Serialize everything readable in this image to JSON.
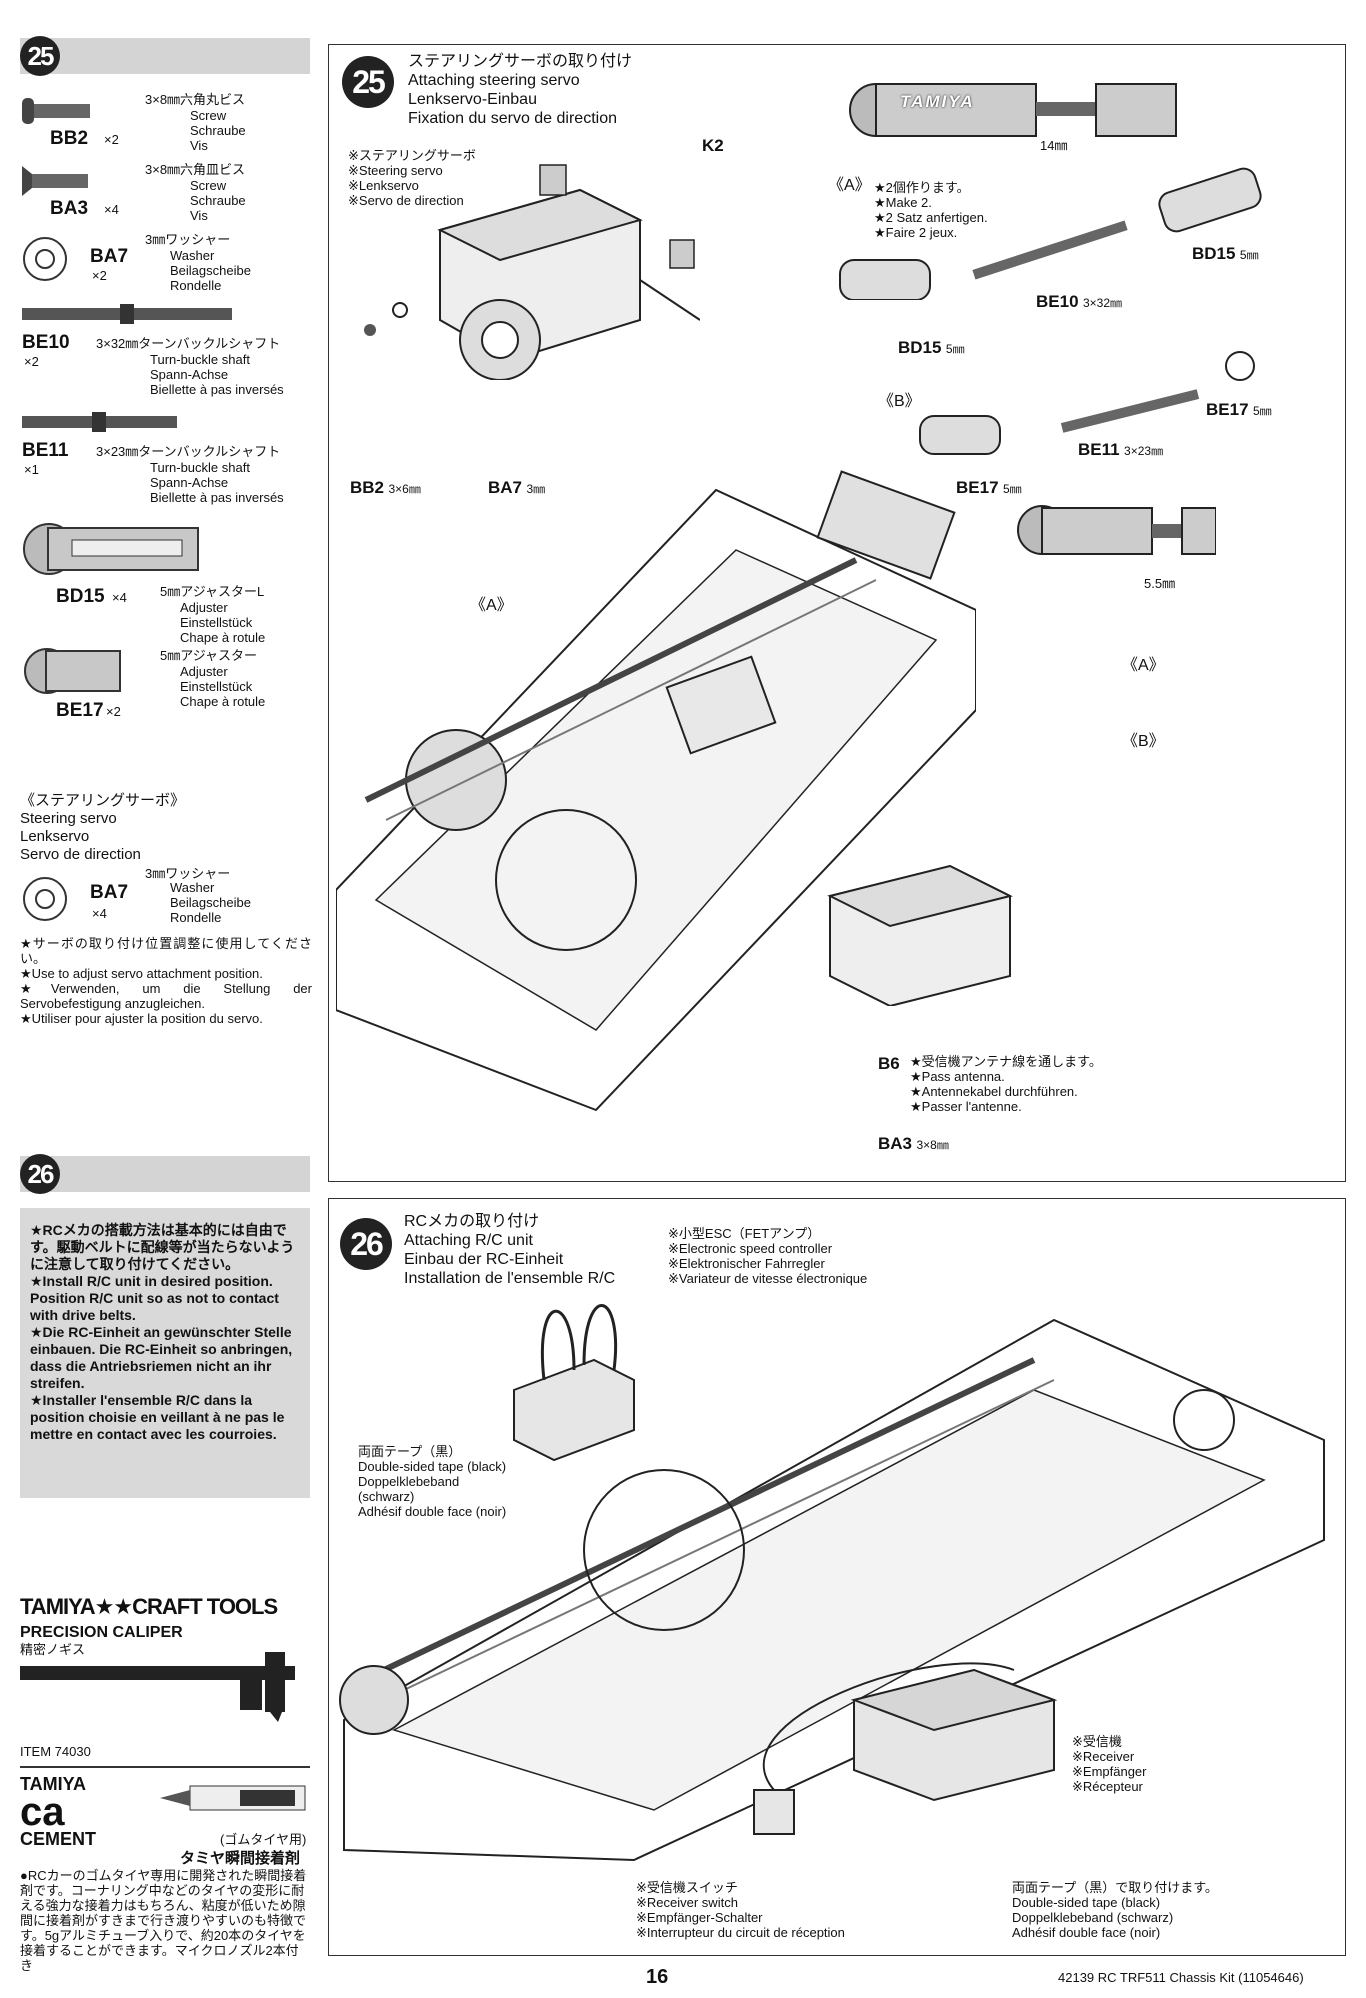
{
  "step25": {
    "number": "25",
    "title_ja": "ステアリングサーボの取り付け",
    "title_en": "Attaching steering servo",
    "title_de": "Lenkservo-Einbau",
    "title_fr": "Fixation du servo de direction",
    "servo_note_ja": "※ステアリングサーボ",
    "servo_note_en": "※Steering servo",
    "servo_note_de": "※Lenkservo",
    "servo_note_fr": "※Servo de direction",
    "k2": "K2",
    "bb2": "BB2",
    "bb2_size": "3×6㎜",
    "ba7": "BA7",
    "ba7_size": "3㎜",
    "a_label": "《A》",
    "a_note_ja": "★2個作ります。",
    "a_note_en": "★Make 2.",
    "a_note_de": "★2 Satz anfertigen.",
    "a_note_fr": "★Faire 2 jeux.",
    "mm14": "14㎜",
    "bd15": "BD15",
    "bd15_size": "5㎜",
    "be10": "BE10",
    "be10_size": "3×32㎜",
    "b_label": "《B》",
    "be17": "BE17",
    "be17_size": "5㎜",
    "be11": "BE11",
    "be11_size": "3×23㎜",
    "mm55": "5.5㎜",
    "a_callout": "《A》",
    "b_callout": "《B》",
    "b6": "B6",
    "b6_ja": "★受信機アンテナ線を通します。",
    "b6_en": "★Pass antenna.",
    "b6_de": "★Antennekabel durchführen.",
    "b6_fr": "★Passer l'antenne.",
    "ba3": "BA3",
    "ba3_size": "3×8㎜",
    "tamiya_logo": "TAMIYA"
  },
  "left25": {
    "number": "25",
    "parts": [
      {
        "code": "BB2",
        "qty": "×2",
        "ja": "3×8㎜六角丸ビス",
        "en": "Screw",
        "de": "Schraube",
        "fr": "Vis"
      },
      {
        "code": "BA3",
        "qty": "×4",
        "ja": "3×8㎜六角皿ビス",
        "en": "Screw",
        "de": "Schraube",
        "fr": "Vis"
      },
      {
        "code": "BA7",
        "qty": "×2",
        "ja": "3㎜ワッシャー",
        "en": "Washer",
        "de": "Beilagscheibe",
        "fr": "Rondelle"
      },
      {
        "code": "BE10",
        "qty": "×2",
        "ja": "3×32㎜ターンバックルシャフト",
        "en": "Turn-buckle shaft",
        "de": "Spann-Achse",
        "fr": "Biellette à pas inversés"
      },
      {
        "code": "BE11",
        "qty": "×1",
        "ja": "3×23㎜ターンバックルシャフト",
        "en": "Turn-buckle shaft",
        "de": "Spann-Achse",
        "fr": "Biellette à pas inversés"
      },
      {
        "code": "BD15",
        "qty": "×4",
        "ja": "5㎜アジャスターL",
        "en": "Adjuster",
        "de": "Einstellstück",
        "fr": "Chape à rotule"
      },
      {
        "code": "BE17",
        "qty": "×2",
        "ja": "5㎜アジャスター",
        "en": "Adjuster",
        "de": "Einstellstück",
        "fr": "Chape à rotule"
      }
    ],
    "servo_ja": "《ステアリングサーボ》",
    "servo_en": "Steering servo",
    "servo_de": "Lenkservo",
    "servo_fr": "Servo de direction",
    "servo_part": {
      "code": "BA7",
      "qty": "×4",
      "ja": "3㎜ワッシャー",
      "en": "Washer",
      "de": "Beilagscheibe",
      "fr": "Rondelle"
    },
    "note_ja": "★サーボの取り付け位置調整に使用してください。",
    "note_en": "★Use to adjust servo attachment position.",
    "note_de": "★Verwenden, um die Stellung der Servobefestigung anzugleichen.",
    "note_fr": "★Utiliser pour ajuster la position du servo."
  },
  "left26": {
    "number": "26",
    "ja": "★RCメカの搭載方法は基本的には自由です。駆動ベルトに配線等が当たらないように注意して取り付けてください。",
    "en": "★Install R/C unit in desired position. Position R/C unit so as not to contact with drive belts.",
    "de": "★Die RC-Einheit an gewünschter Stelle einbauen. Die RC-Einheit so anbringen, dass die Antriebsriemen nicht an ihr streifen.",
    "fr": "★Installer l'ensemble R/C dans la position choisie en veillant à ne pas le mettre en contact avec les courroies."
  },
  "ads": {
    "craft_tools": "TAMIYA★★CRAFT TOOLS",
    "caliper": "PRECISION CALIPER",
    "caliper_ja": "精密ノギス",
    "item": "ITEM 74030",
    "ca_brand": "TAMIYA",
    "ca_big": "ca",
    "cement": "CEMENT",
    "cement_ja": "タミヤ瞬間接着剤",
    "gomu": "(ゴムタイヤ用)",
    "desc_ja": "●RCカーのゴムタイヤ専用に開発された瞬間接着剤です。コーナリング中などのタイヤの変形に耐える強力な接着力はもちろん、粘度が低いため隙間に接着剤がすきまで行き渡りやすいのも特徴です。5gアルミチューブ入りで、約20本のタイヤを接着することができます。マイクロノズル2本付き"
  },
  "step26": {
    "number": "26",
    "title_ja": "RCメカの取り付け",
    "title_en": "Attaching R/C unit",
    "title_de": "Einbau der RC-Einheit",
    "title_fr": "Installation de l'ensemble R/C",
    "esc_ja": "※小型ESC（FETアンプ）",
    "esc_en": "※Electronic speed controller",
    "esc_de": "※Elektronischer Fahrregler",
    "esc_fr": "※Variateur de vitesse électronique",
    "tape_ja": "両面テープ（黒）",
    "tape_en": "Double-sided tape (black)",
    "tape_de": "Doppelklebeband (schwarz)",
    "tape_fr": "Adhésif double face (noir)",
    "rx_ja": "※受信機",
    "rx_en": "※Receiver",
    "rx_de": "※Empfänger",
    "rx_fr": "※Récepteur",
    "sw_ja": "※受信機スイッチ",
    "sw_en": "※Receiver switch",
    "sw_de": "※Empfänger-Schalter",
    "sw_fr": "※Interrupteur du circuit de réception",
    "tape2_ja": "両面テープ（黒）で取り付けます。",
    "tape2_en": "Double-sided tape (black)",
    "tape2_de": "Doppelklebeband (schwarz)",
    "tape2_fr": "Adhésif double face (noir)"
  },
  "footer": {
    "page": "16",
    "kit": "42139 RC TRF511 Chassis Kit (11054646)"
  }
}
